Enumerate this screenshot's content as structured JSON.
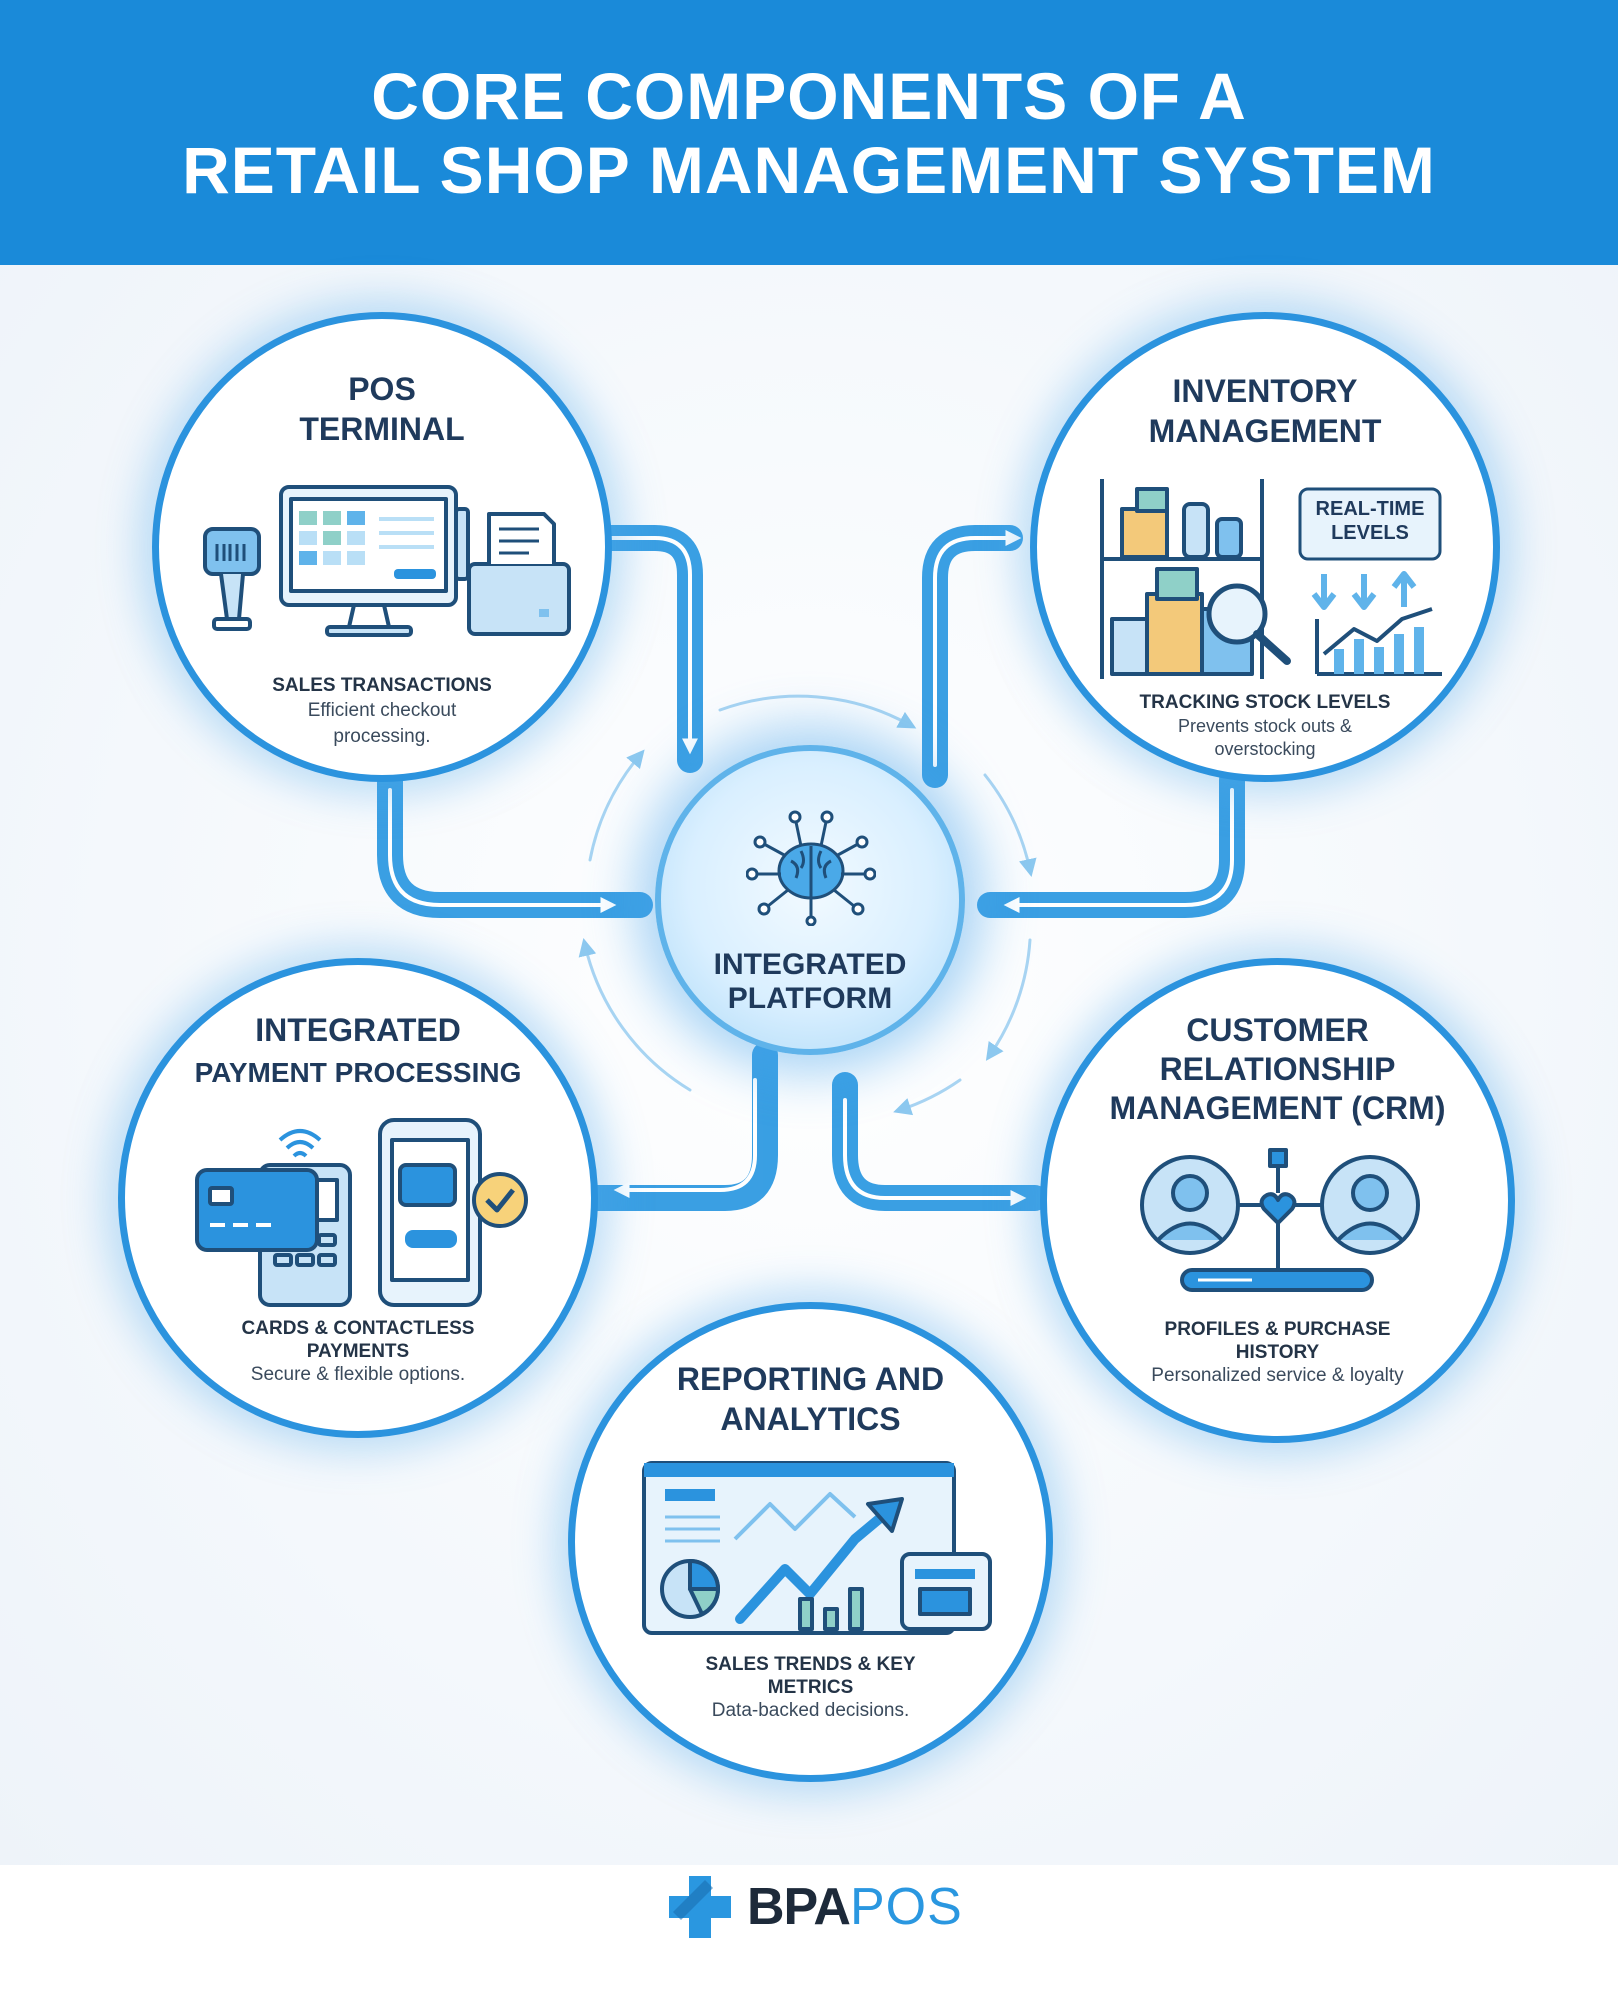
{
  "header": {
    "title_line1": "CORE COMPONENTS OF A",
    "title_line2": "RETAIL SHOP MANAGEMENT SYSTEM"
  },
  "center": {
    "label_line1": "INTEGRATED",
    "label_line2": "PLATFORM",
    "icon": "brain-circuit-icon"
  },
  "nodes": {
    "pos": {
      "title_line1": "POS",
      "title_line2": "TERMINAL",
      "subtitle": "SALES TRANSACTIONS",
      "desc_line1": "Efficient checkout",
      "desc_line2": "processing.",
      "icon": "pos-terminal-icon"
    },
    "inventory": {
      "title_line1": "INVENTORY",
      "title_line2": "MANAGEMENT",
      "badge_line1": "REAL-TIME",
      "badge_line2": "LEVELS",
      "subtitle": "TRACKING STOCK LEVELS",
      "desc_line1": "Prevents stock outs &",
      "desc_line2": "overstocking",
      "icon": "warehouse-shelf-icon"
    },
    "payment": {
      "title_line1": "INTEGRATED",
      "title_line2": "PAYMENT PROCESSING",
      "subtitle_line1": "CARDS & CONTACTLESS",
      "subtitle_line2": "PAYMENTS",
      "desc": "Secure & flexible options.",
      "icon": "card-terminal-phone-icon"
    },
    "crm": {
      "title_line1": "CUSTOMER",
      "title_line2": "RELATIONSHIP",
      "title_line3": "MANAGEMENT (CRM)",
      "subtitle_line1": "PROFILES & PURCHASE",
      "subtitle_line2": "HISTORY",
      "desc": "Personalized service & loyalty",
      "icon": "customer-profiles-icon"
    },
    "reporting": {
      "title_line1": "REPORTING AND",
      "title_line2": "ANALYTICS",
      "subtitle_line1": "SALES TRENDS & KEY",
      "subtitle_line2": "METRICS",
      "desc": "Data-backed decisions.",
      "icon": "analytics-dashboard-icon"
    }
  },
  "footer": {
    "logo_part1": "BPA",
    "logo_part2": "POS",
    "logo_icon": "cross-logo-icon"
  },
  "colors": {
    "header_bg": "#1a8ad9",
    "accent": "#2b93de",
    "dark_text": "#1f3a5c"
  }
}
